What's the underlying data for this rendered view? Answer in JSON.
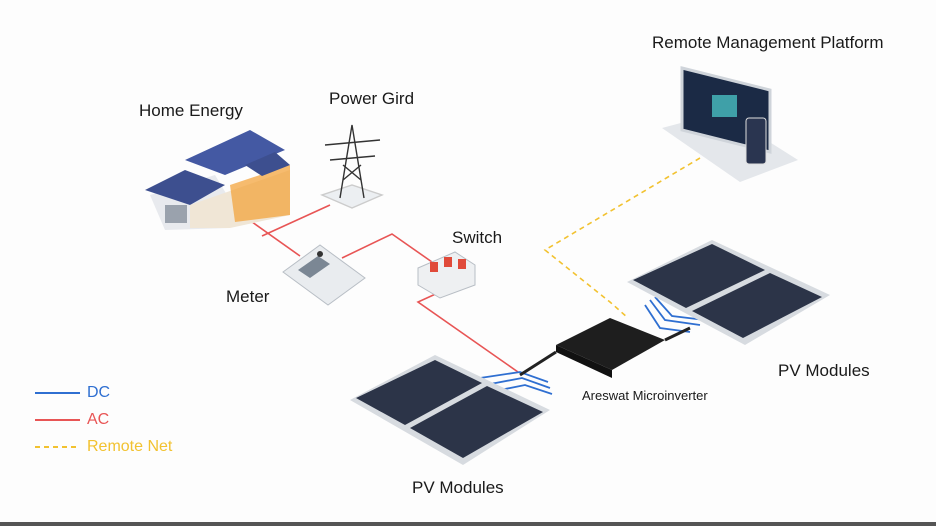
{
  "labels": {
    "home": "Home Energy",
    "grid": "Power Gird",
    "meter": "Meter",
    "switch": "Switch",
    "platform": "Remote Management Platform",
    "pv_right": "PV Modules",
    "pv_left": "PV Modules",
    "inverter": "Areswat Microinverter"
  },
  "legend": [
    {
      "label": "DC",
      "color": "#2f6fd1",
      "style": "solid"
    },
    {
      "label": "AC",
      "color": "#e85555",
      "style": "solid"
    },
    {
      "label": "Remote Net",
      "color": "#f2c230",
      "style": "dashed"
    }
  ]
}
